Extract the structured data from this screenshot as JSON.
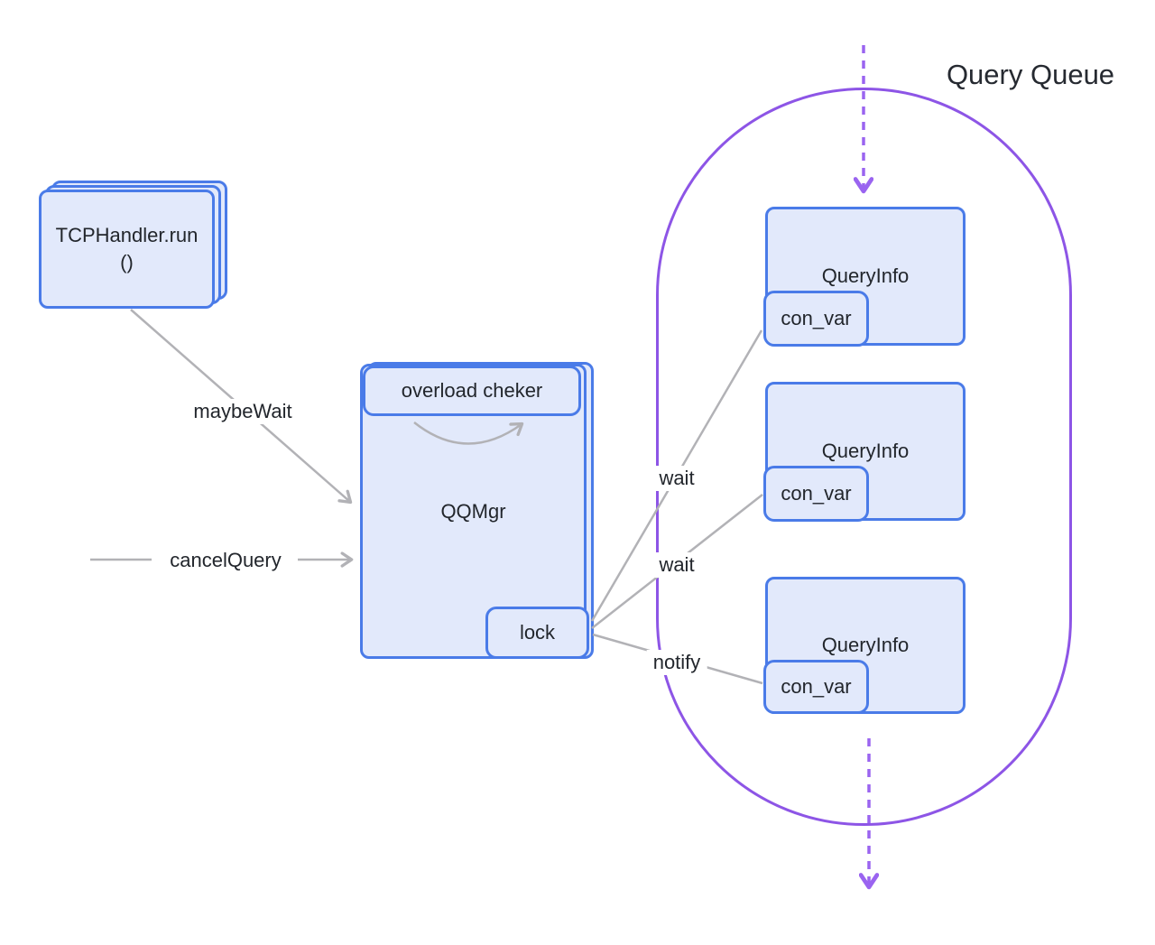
{
  "diagram": {
    "queue": {
      "title": "Query Queue",
      "items": [
        {
          "label": "QueryInfo",
          "member": "con_var"
        },
        {
          "label": "QueryInfo",
          "member": "con_var"
        },
        {
          "label": "QueryInfo",
          "member": "con_var"
        }
      ]
    },
    "nodes": {
      "tcp_handler": {
        "line1": "TCPHandler.run",
        "line2": "()"
      },
      "qqmgr": {
        "label": "QQMgr"
      },
      "overload_checker": {
        "label": "overload cheker"
      },
      "lock": {
        "label": "lock"
      }
    },
    "edges": {
      "maybe_wait": {
        "label": "maybeWait"
      },
      "cancel_query": {
        "label": "cancelQuery"
      },
      "wait_1": {
        "label": "wait"
      },
      "wait_2": {
        "label": "wait"
      },
      "notify": {
        "label": "notify"
      }
    },
    "colors": {
      "node_border": "#4a7be8",
      "node_fill": "#e2e9fb",
      "queue_stroke": "#8d55e6",
      "dashed_arrow": "#9a64f0",
      "connector": "#b2b2b6",
      "text": "#22262c"
    }
  }
}
